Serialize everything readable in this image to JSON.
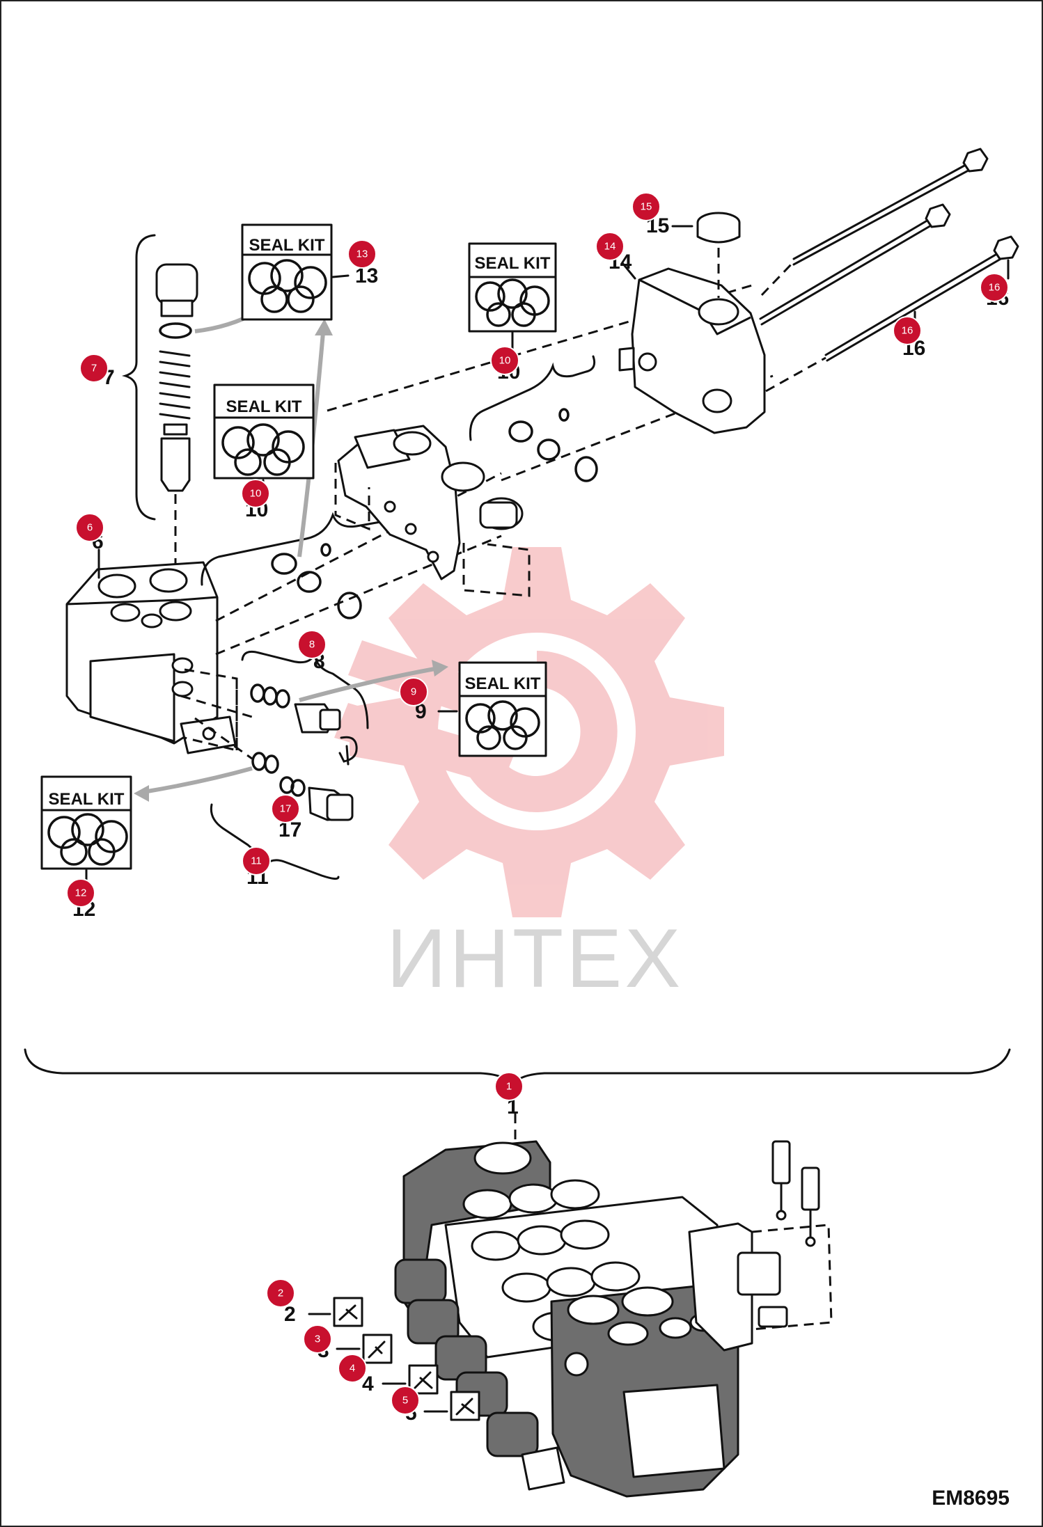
{
  "figure_code": "EM8695",
  "watermark": {
    "brand": "ИНТЕХ",
    "color": "#e2323b"
  },
  "seal_kit_label": "SEAL KIT",
  "callouts": [
    {
      "id": "1",
      "label": "1"
    },
    {
      "id": "2",
      "label": "2"
    },
    {
      "id": "3",
      "label": "3"
    },
    {
      "id": "4",
      "label": "4"
    },
    {
      "id": "5",
      "label": "5"
    },
    {
      "id": "6",
      "label": "6"
    },
    {
      "id": "7",
      "label": "7"
    },
    {
      "id": "8",
      "label": "8"
    },
    {
      "id": "9",
      "label": "9"
    },
    {
      "id": "10a",
      "label": "10"
    },
    {
      "id": "10b",
      "label": "10"
    },
    {
      "id": "11",
      "label": "11"
    },
    {
      "id": "12",
      "label": "12"
    },
    {
      "id": "13",
      "label": "13"
    },
    {
      "id": "14",
      "label": "14"
    },
    {
      "id": "15",
      "label": "15"
    },
    {
      "id": "16a",
      "label": "16"
    },
    {
      "id": "16b",
      "label": "16"
    },
    {
      "id": "17",
      "label": "17"
    }
  ],
  "colors": {
    "badge": "#c8102e",
    "line": "#111111",
    "arrow": "#a9a9a9"
  },
  "icons": [
    "hydraulic-valve-icon",
    "seal-kit-icon",
    "gear-watermark-icon"
  ]
}
